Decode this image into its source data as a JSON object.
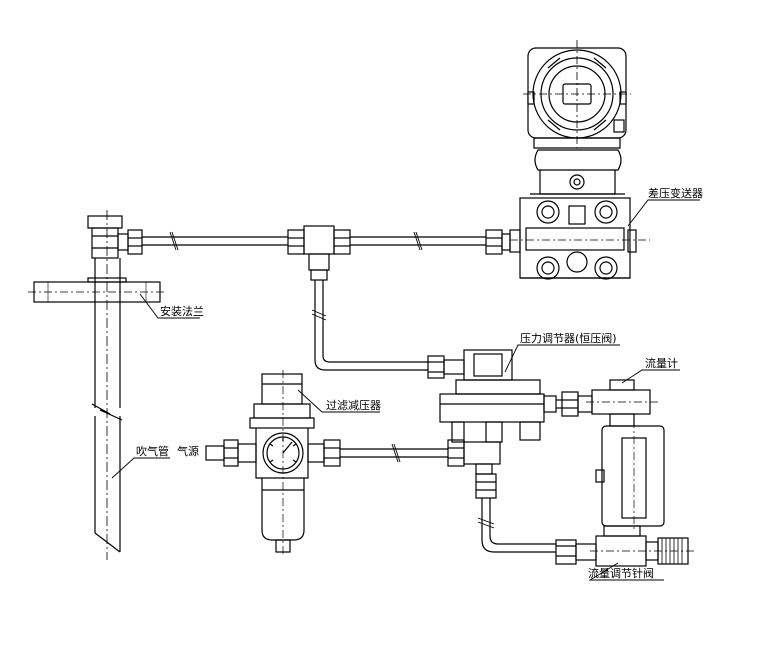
{
  "labels": {
    "differential_pressure_transmitter": "差压变送器",
    "mounting_flange": "安装法兰",
    "pressure_regulator": "压力调节器(恒压阀)",
    "flow_meter": "流量计",
    "filter_regulator": "过滤减压器",
    "purge_pipe": "吹气管",
    "air_source": "气源",
    "flow_needle_valve": "流量调节针阀"
  }
}
